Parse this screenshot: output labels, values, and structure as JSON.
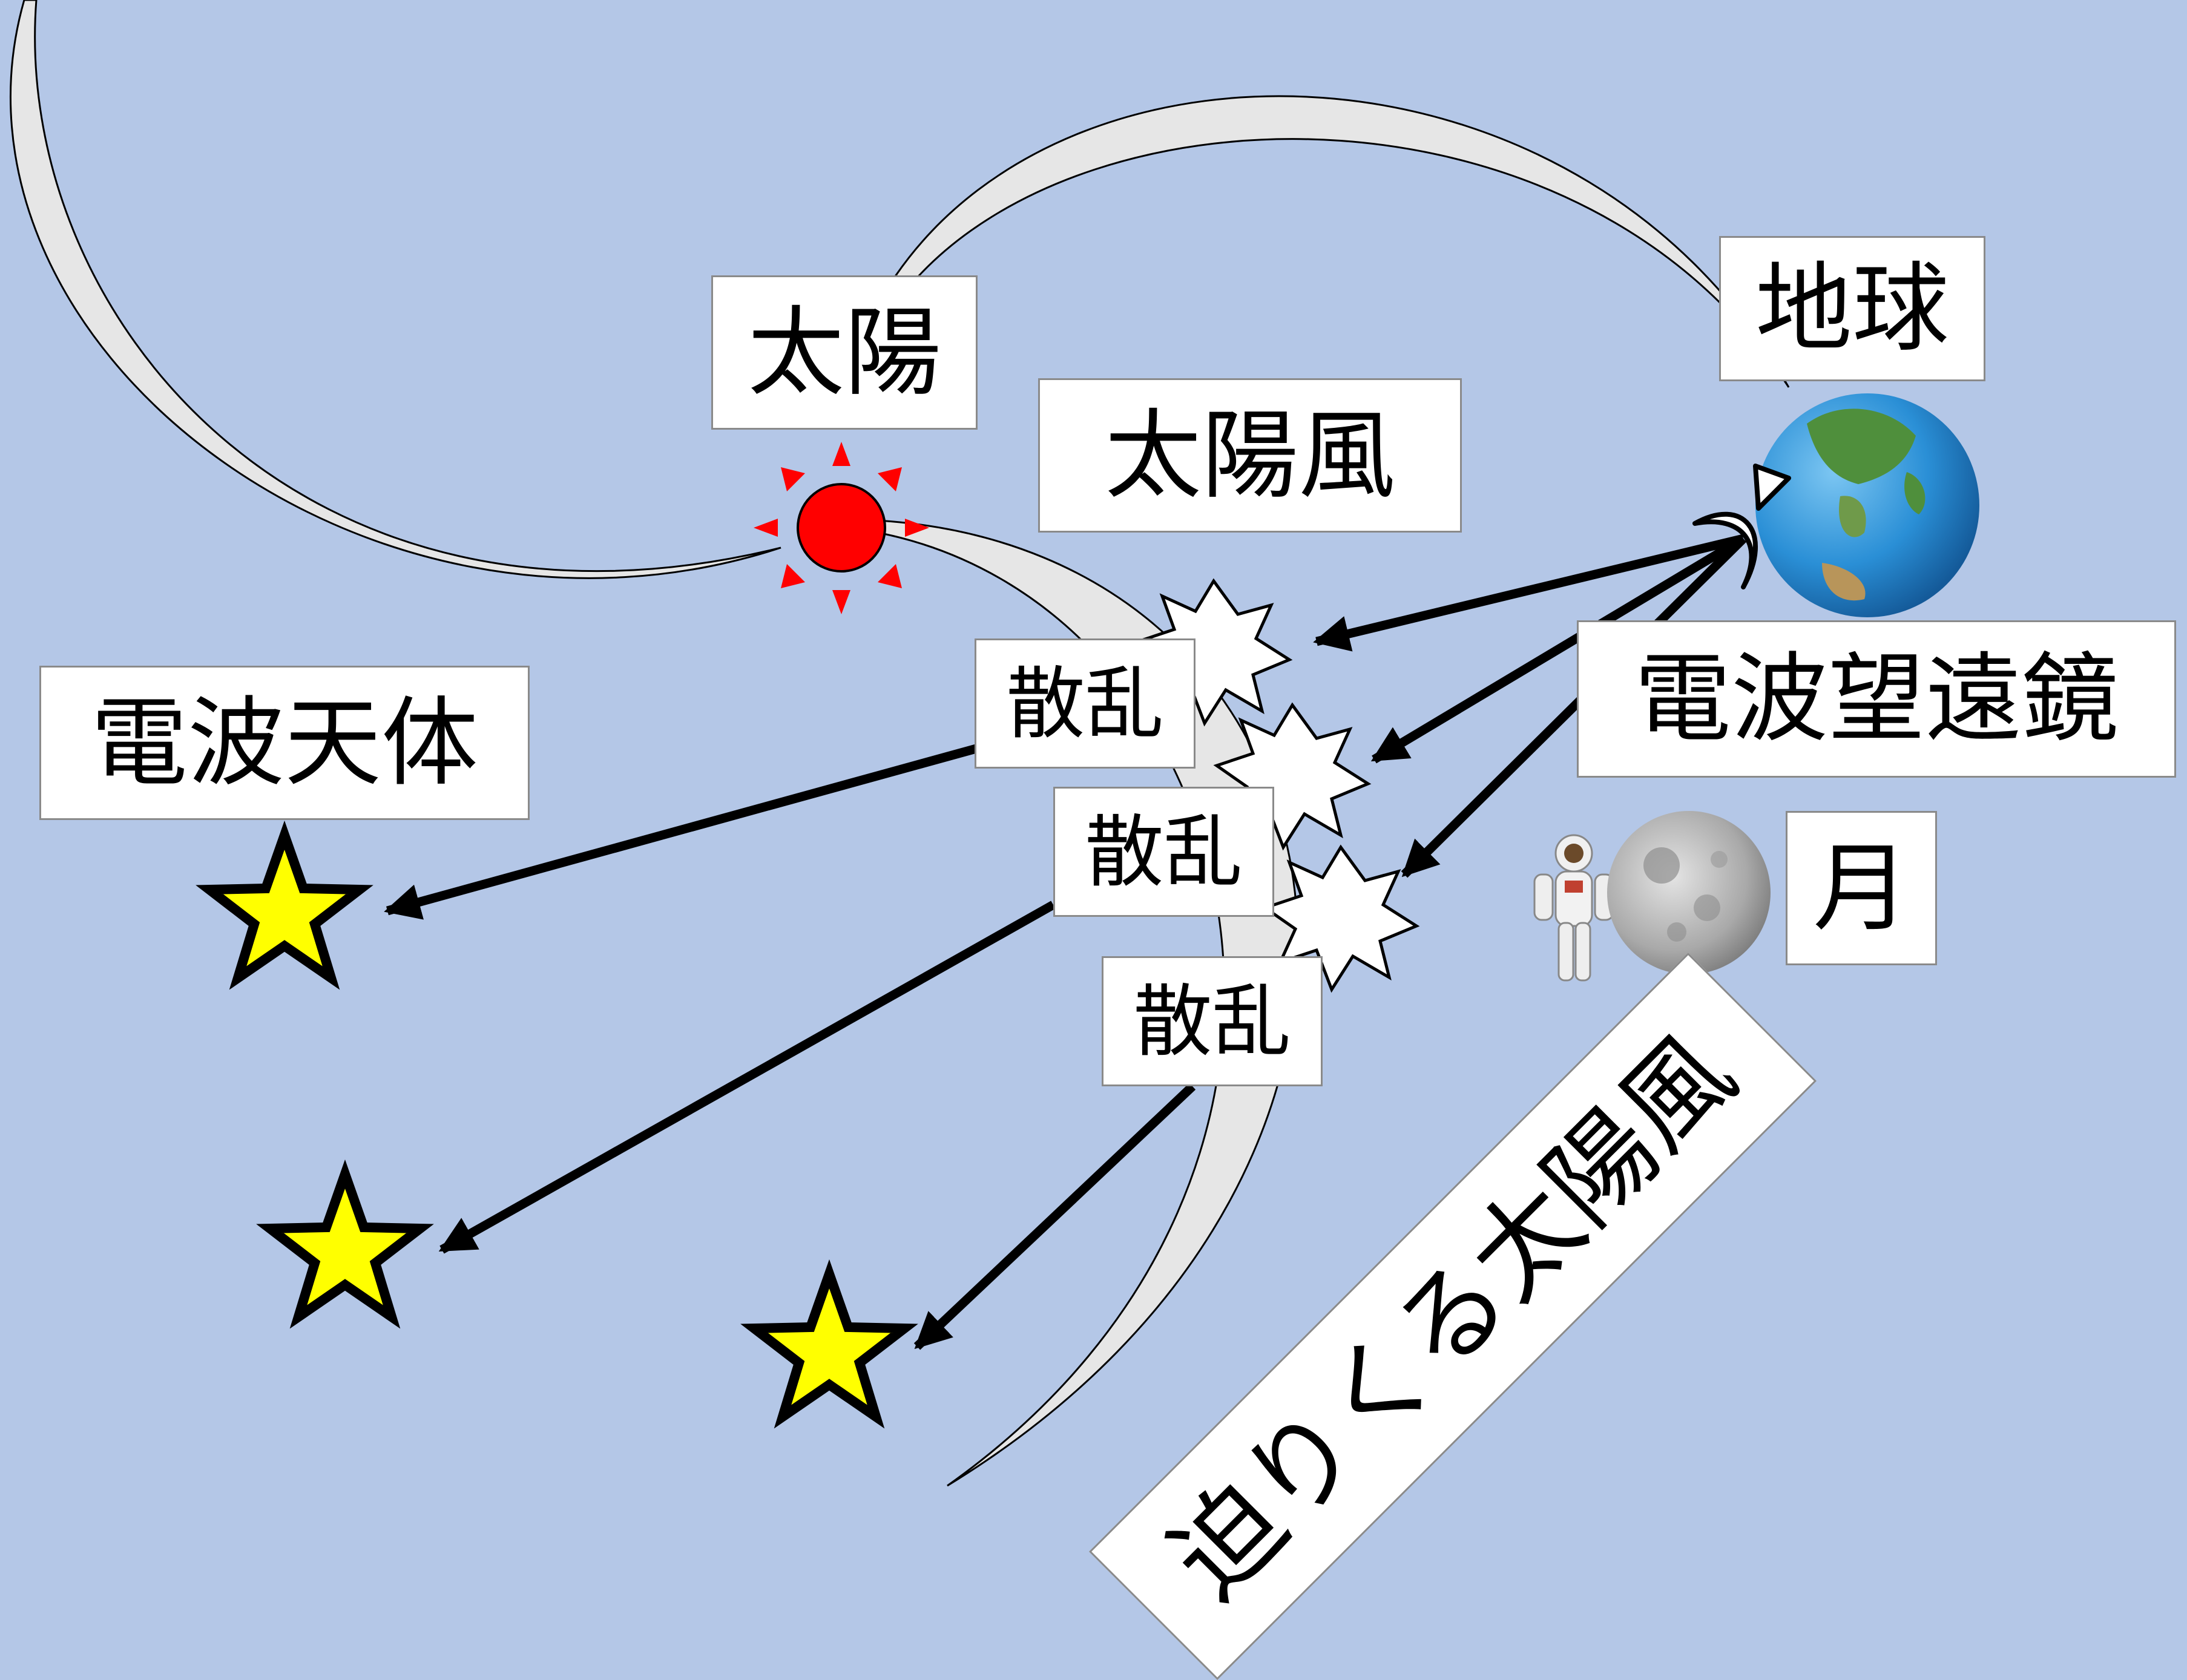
{
  "labels": {
    "sun": "太陽",
    "earth": "地球",
    "solar_wind": "太陽風",
    "radio_source": "電波天体",
    "radio_telescope": "電波望遠鏡",
    "moon": "月",
    "scatter_1": "散乱",
    "scatter_2": "散乱",
    "scatter_3": "散乱",
    "approaching_wind": "迫りくる太陽風"
  },
  "colors": {
    "background": "#b4c7e7",
    "wind_band": "#e6e6e6",
    "sun": "#ff0000",
    "star": "#ffff00",
    "arrow": "#000000",
    "label_bg": "#ffffff",
    "earth_ocean": "#2a8fd6",
    "earth_land": "#3f8a3a",
    "moon": "#b8b8b8"
  },
  "icons": {
    "sun": "sun-icon",
    "earth": "earth-globe-icon",
    "moon": "moon-icon",
    "astronaut": "astronaut-icon",
    "telescope": "crescent-antenna-icon",
    "star": "star-icon",
    "burst": "scatter-burst-icon"
  }
}
